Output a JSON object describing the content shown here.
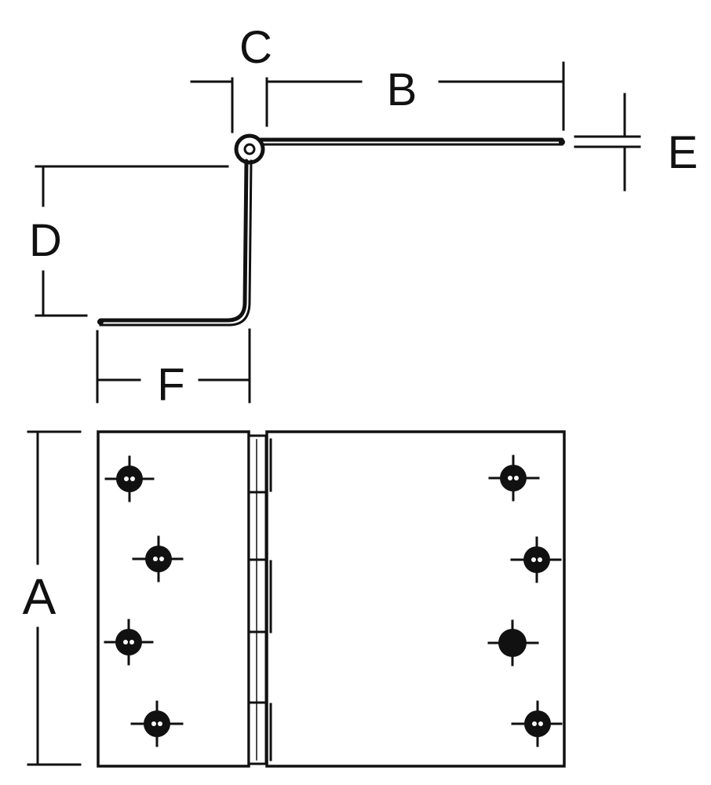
{
  "labels": {
    "A": "A",
    "B": "B",
    "C": "C",
    "D": "D",
    "E": "E",
    "F": "F"
  },
  "colors": {
    "line": "#111111",
    "background": "#ffffff"
  }
}
